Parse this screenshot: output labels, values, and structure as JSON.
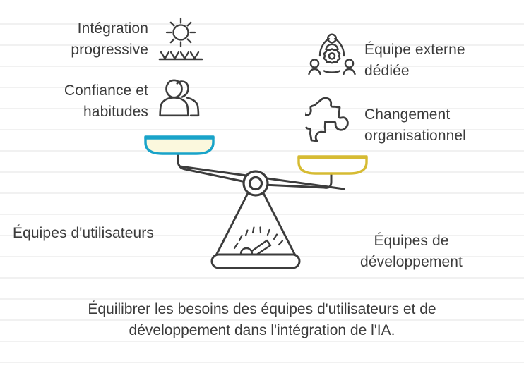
{
  "meta": {
    "language": "fr",
    "background_color": "#ffffff",
    "rule_line_color": "#f1f1f1",
    "text_color": "#3b3b3b"
  },
  "labels": {
    "incremental_integration": "Intégration\nprogressive",
    "trust_habits": "Confiance et\nhabitudes",
    "external_team": "Équipe externe\ndédiée",
    "org_change": "Changement\norganisationnel",
    "user_teams": "Équipes d'utilisateurs",
    "dev_teams": "Équipes de\ndéveloppement"
  },
  "caption": "Équilibrer les besoins des équipes d'utilisateurs et de\ndéveloppement dans l'intégration de l'IA.",
  "icons": {
    "incremental_integration": "sun-sprout-icon",
    "trust_habits": "two-people-icon",
    "external_team": "team-gear-icon",
    "org_change": "puzzle-piece-icon"
  },
  "scale": {
    "name": "balance-scale-illustration",
    "stroke_color": "#3c3c3c",
    "left_pan": {
      "side": "left",
      "state": "raised",
      "border_color": "#19a3c9",
      "fill_color": "#fbf8dd"
    },
    "right_pan": {
      "side": "right",
      "state": "lowered",
      "border_color": "#d6bb33",
      "fill_color": "#ffffff"
    },
    "pivot": "double-ring-fulcrum",
    "gauge": "needle-dial-gauge"
  }
}
